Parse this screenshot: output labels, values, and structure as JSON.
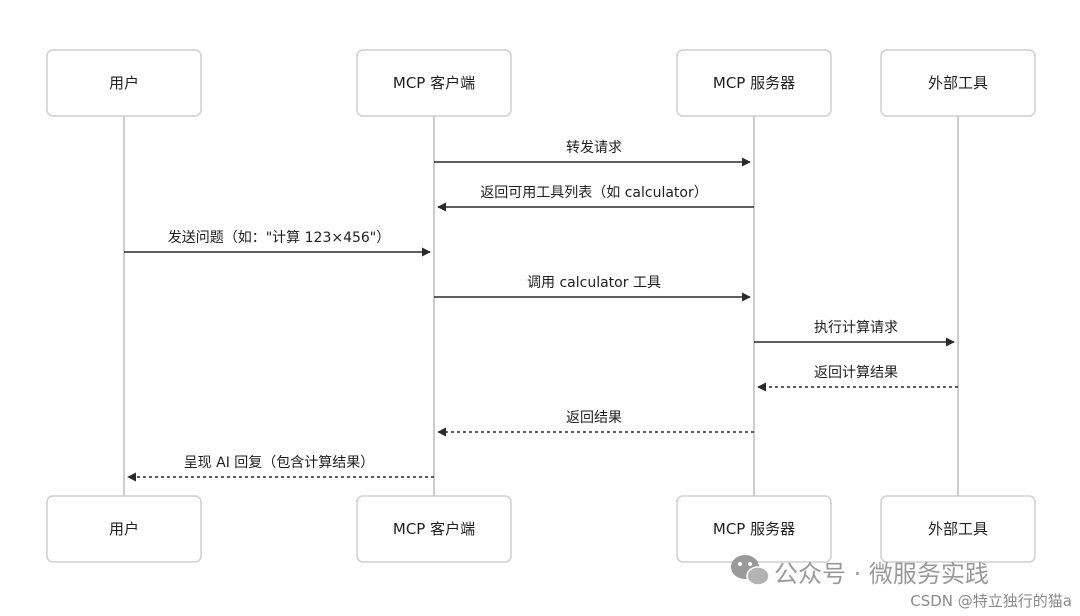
{
  "participants": [
    {
      "id": "user",
      "label": "用户"
    },
    {
      "id": "client",
      "label": "MCP 客户端"
    },
    {
      "id": "server",
      "label": "MCP 服务器"
    },
    {
      "id": "tool",
      "label": "外部工具"
    }
  ],
  "messages": [
    {
      "from": "client",
      "to": "server",
      "label": "转发请求",
      "style": "solid"
    },
    {
      "from": "server",
      "to": "client",
      "label": "返回可用工具列表（如 calculator）",
      "style": "solid"
    },
    {
      "from": "user",
      "to": "client",
      "label": "发送问题（如：\"计算 123×456\"）",
      "style": "solid"
    },
    {
      "from": "client",
      "to": "server",
      "label": "调用 calculator 工具",
      "style": "solid"
    },
    {
      "from": "server",
      "to": "tool",
      "label": "执行计算请求",
      "style": "solid"
    },
    {
      "from": "tool",
      "to": "server",
      "label": "返回计算结果",
      "style": "dashed"
    },
    {
      "from": "server",
      "to": "client",
      "label": "返回结果",
      "style": "dashed"
    },
    {
      "from": "client",
      "to": "user",
      "label": "呈现 AI 回复（包含计算结果）",
      "style": "dashed"
    }
  ],
  "watermark": {
    "text": "公众号 · 微服务实践",
    "icon": "wechat-icon"
  },
  "footer": {
    "text": "CSDN @特立独行的猫a"
  },
  "colors": {
    "box_border": "#cfcfcf",
    "lifeline": "#cccccc",
    "arrow": "#2a2a2a",
    "text": "#1f1f1f",
    "watermark": "#9a9a9a"
  }
}
